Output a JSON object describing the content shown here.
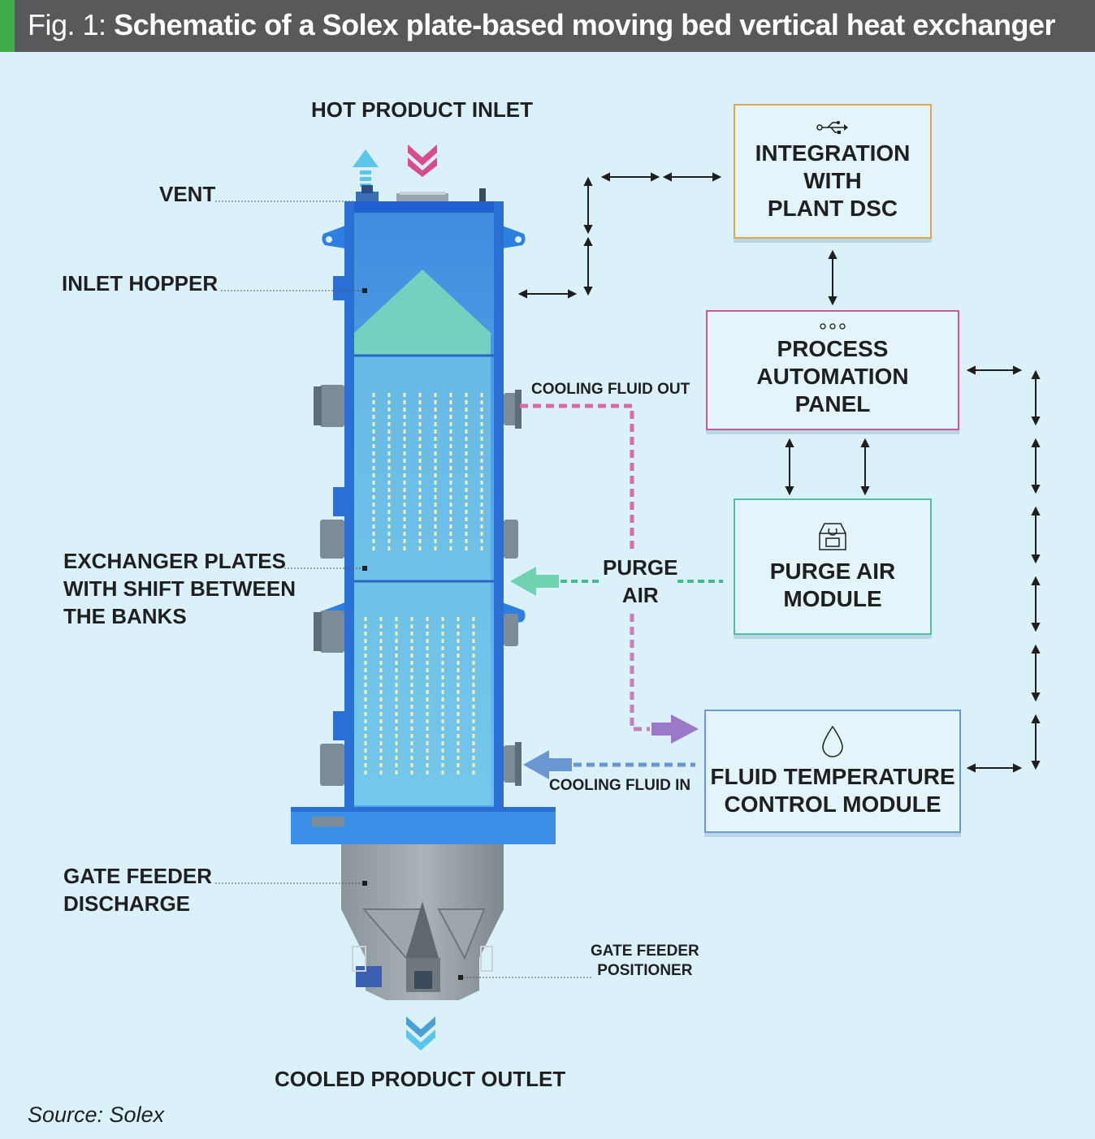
{
  "figure": {
    "number": "Fig. 1:",
    "title": "Schematic of a Solex plate-based moving bed vertical heat exchanger"
  },
  "labels": {
    "hot_product_inlet": "HOT PRODUCT INLET",
    "vent": "VENT",
    "inlet_hopper": "INLET HOPPER",
    "exchanger_plates": "EXCHANGER PLATES\nWITH SHIFT BETWEEN\nTHE BANKS",
    "gate_feeder_discharge": "GATE FEEDER\nDISCHARGE",
    "gate_feeder_positioner": "GATE FEEDER\nPOSITIONER",
    "cooled_product_outlet": "COOLED PRODUCT OUTLET",
    "cooling_fluid_out": "COOLING FLUID OUT",
    "cooling_fluid_in": "COOLING FLUID IN",
    "purge_air": "PURGE\nAIR"
  },
  "modules": {
    "integration": {
      "label": "INTEGRATION\nWITH\nPLANT DSC",
      "icon": "usb-icon",
      "border_color": "#e0a84e"
    },
    "automation": {
      "label": "PROCESS\nAUTOMATION\nPANEL",
      "icon": "dots-icon",
      "border_color": "#c75b96"
    },
    "purge": {
      "label": "PURGE AIR\nMODULE",
      "icon": "fan-unit-icon",
      "border_color": "#4fbf9f"
    },
    "fluid": {
      "label": "FLUID TEMPERATURE\nCONTROL MODULE",
      "icon": "droplet-icon",
      "border_color": "#6b9ad0"
    }
  },
  "colors": {
    "background": "#dbf1f9",
    "header_bg": "#58595b",
    "header_accent": "#3fae49",
    "vessel_blue": "#2f7fe0",
    "hot_inlet": "#d94b8c",
    "vent_arrow": "#5cc6ea",
    "cooled_outlet": "#4a9fd6",
    "purge_line": "#3ebd8f",
    "fluid_out_line": "#d86aa5",
    "fluid_in_line": "#6a96d4",
    "fluid_feed_arrow": "#9b78c8"
  },
  "source": "Source: Solex"
}
